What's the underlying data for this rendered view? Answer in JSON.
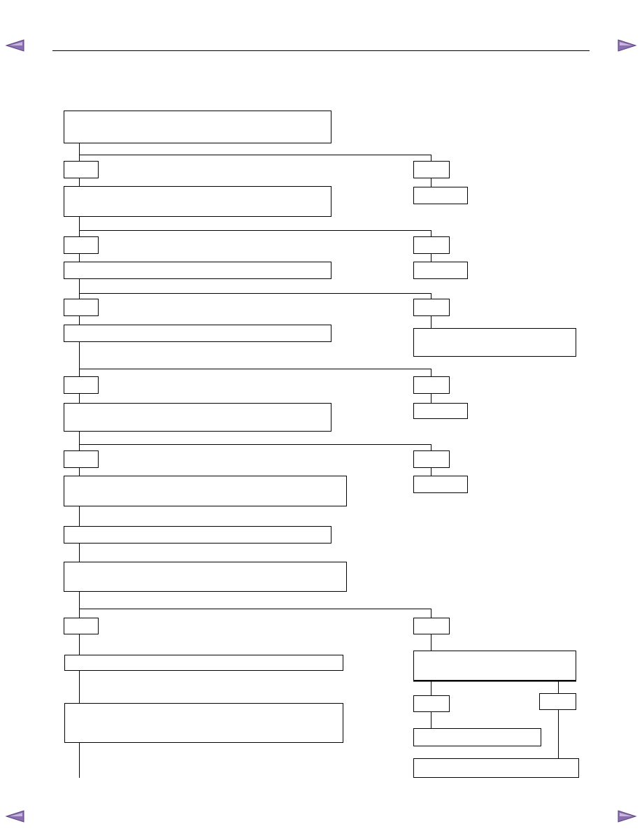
{
  "page": {
    "background": "#ffffff",
    "line_color": "#000000",
    "nav": {
      "prev_icon": "prev-page-arrow-icon",
      "next_icon": "next-page-arrow-icon",
      "arrow_color": "#8a6fb0"
    }
  },
  "flowchart": {
    "steps": [
      {
        "id": "step-1",
        "label": ""
      },
      {
        "id": "step-2",
        "label": ""
      },
      {
        "id": "step-3",
        "label": ""
      },
      {
        "id": "step-4",
        "label": ""
      },
      {
        "id": "step-5",
        "label": ""
      },
      {
        "id": "step-6",
        "label": ""
      },
      {
        "id": "step-7",
        "label": ""
      },
      {
        "id": "step-8",
        "label": ""
      },
      {
        "id": "step-9",
        "label": ""
      },
      {
        "id": "step-10",
        "label": ""
      }
    ],
    "results": [
      {
        "id": "result-1",
        "label": ""
      },
      {
        "id": "result-2",
        "label": ""
      },
      {
        "id": "result-3",
        "label": ""
      },
      {
        "id": "result-4",
        "label": ""
      },
      {
        "id": "result-5",
        "label": ""
      },
      {
        "id": "result-6",
        "label": ""
      },
      {
        "id": "result-7",
        "label": ""
      },
      {
        "id": "result-8",
        "label": ""
      }
    ],
    "decisions": [
      {
        "id": "decision-1",
        "yes": "",
        "no": ""
      },
      {
        "id": "decision-2",
        "yes": "",
        "no": ""
      },
      {
        "id": "decision-3",
        "yes": "",
        "no": ""
      },
      {
        "id": "decision-4",
        "yes": "",
        "no": ""
      },
      {
        "id": "decision-5",
        "yes": "",
        "no": ""
      },
      {
        "id": "decision-6",
        "yes": "",
        "no": ""
      },
      {
        "id": "decision-7",
        "yes": "",
        "no": ""
      }
    ]
  }
}
